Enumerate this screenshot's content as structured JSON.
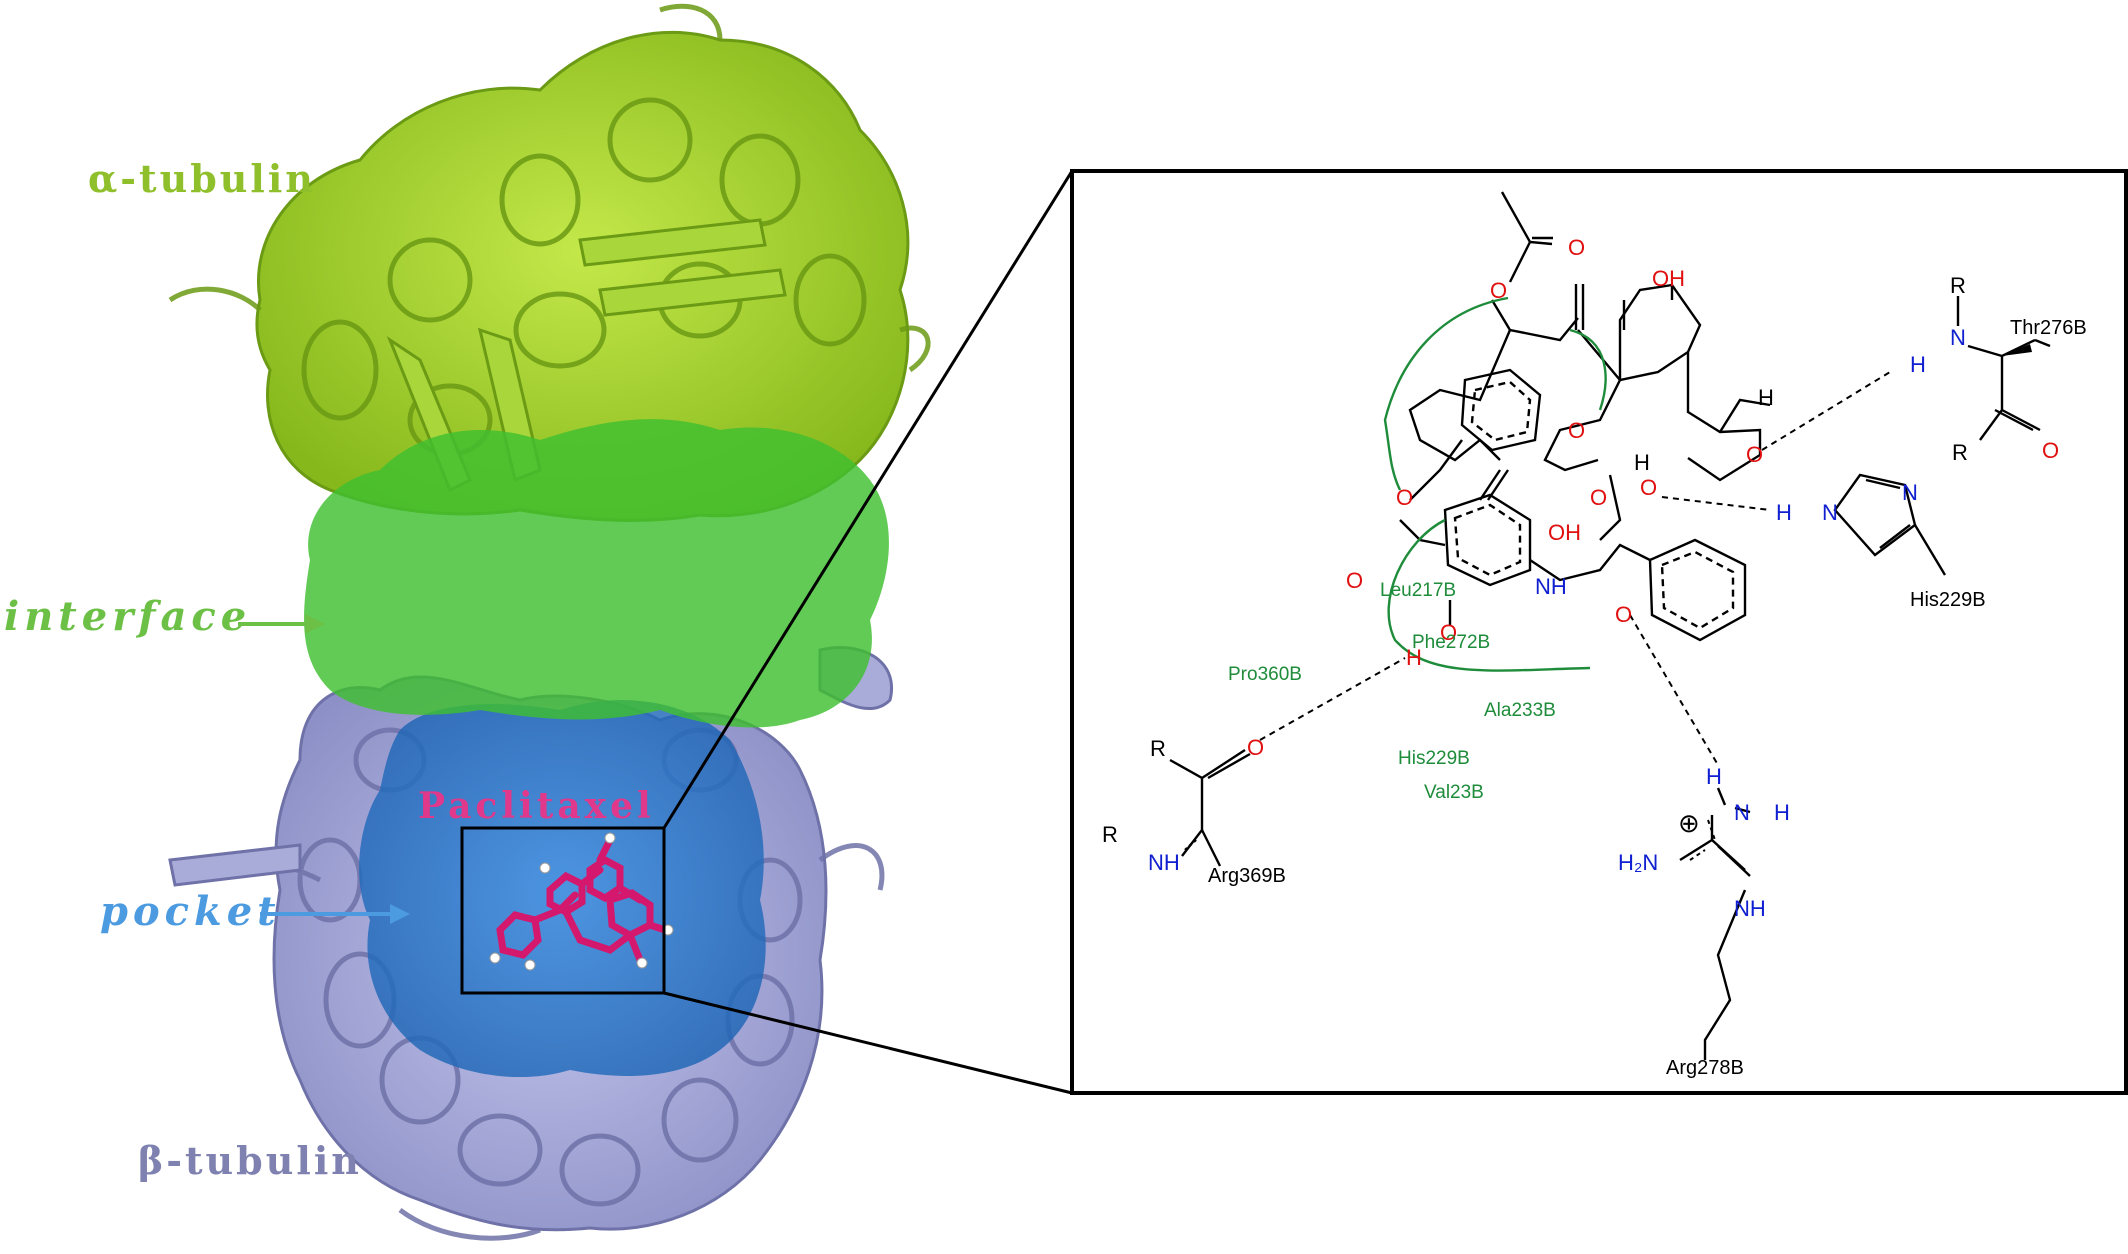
{
  "labels": {
    "alpha": "α-tubulin",
    "beta": "β-tubulin",
    "interface": "interface",
    "pocket": "pocket",
    "ligand": "Paclitaxel"
  },
  "colors": {
    "alpha_protein": "#9ccf2a",
    "alpha_dark": "#6b9a14",
    "interface_surface": "#3fbf2f",
    "beta_protein": "#a9abd8",
    "beta_dark": "#7f82b8",
    "pocket_surface": "#2f7fd0",
    "ligand": "#d4186e",
    "label_alpha": "#8fbf2a",
    "label_interface": "#6cc046",
    "label_pocket": "#4c9be0",
    "label_beta": "#7f82b0",
    "label_ligand": "#e0388a",
    "hydrophobic": "#1e8c3a",
    "oxygen": "#e01010",
    "nitrogen": "#1020d0"
  },
  "diagram": {
    "residues": {
      "thr276": "Thr276B",
      "his229_right": "His229B",
      "arg369": "Arg369B",
      "arg278": "Arg278B"
    },
    "hydrophobic_residues": {
      "leu217": "Leu217B",
      "phe272": "Phe272B",
      "pro360": "Pro360B",
      "ala233": "Ala233B",
      "his229": "His229B",
      "val23": "Val23B"
    },
    "atoms": {
      "oh": "OH",
      "o": "O",
      "h": "H",
      "n": "N",
      "nh": "NH",
      "h2n": "H₂N",
      "r": "R",
      "plus": "⊕"
    }
  },
  "icons": [
    "alpha-tubulin-ribbon",
    "beta-tubulin-ribbon",
    "interface-surface",
    "pocket-surface",
    "paclitaxel-sticks"
  ]
}
